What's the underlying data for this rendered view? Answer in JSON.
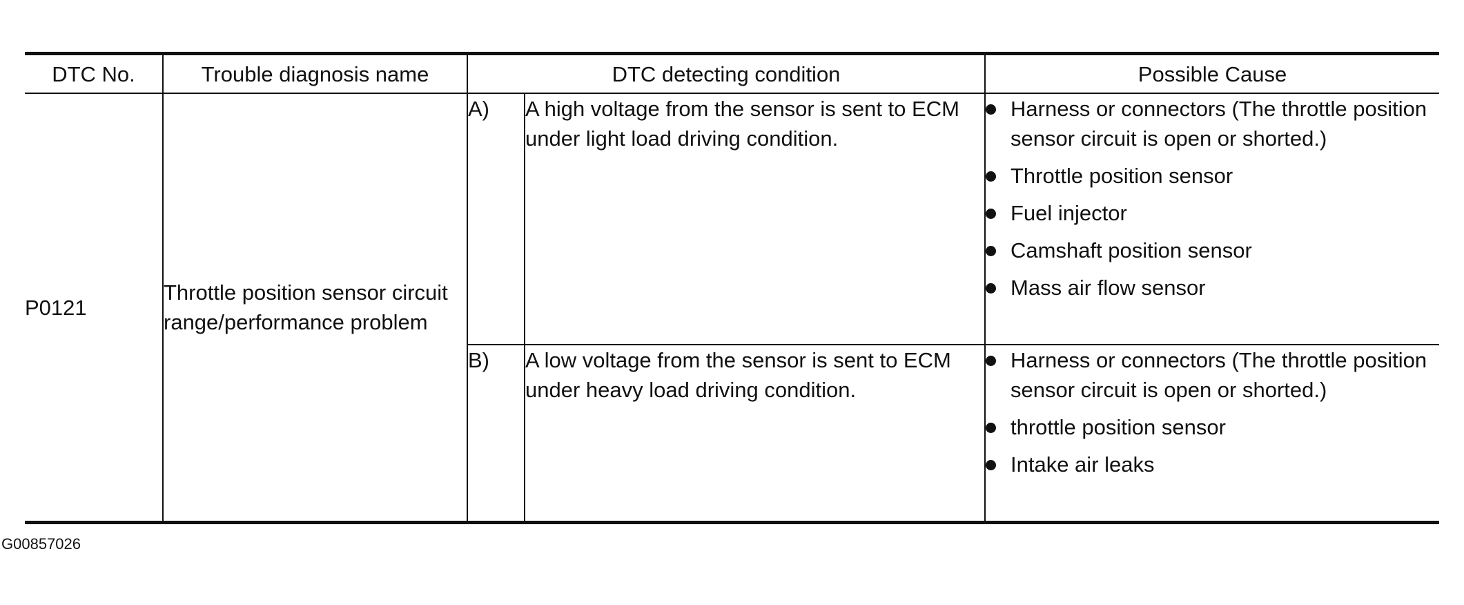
{
  "table": {
    "headers": {
      "dtc_no": "DTC No.",
      "trouble_name": "Trouble diagnosis name",
      "condition": "DTC detecting condition",
      "cause": "Possible Cause"
    },
    "dtc_code": "P0121",
    "trouble_name": "Throttle position sensor circuit range/performance problem",
    "rows": [
      {
        "letter": "A)",
        "condition": "A high voltage from the sensor is sent to ECM under light load driving condition.",
        "causes": [
          "Harness or connectors (The throttle position sensor circuit is open or shorted.)",
          "Throttle position sensor",
          "Fuel injector",
          "Camshaft position sensor",
          "Mass air flow sensor"
        ]
      },
      {
        "letter": "B)",
        "condition": "A low voltage from the sensor is sent to ECM under heavy load driving condition.",
        "causes": [
          "Harness or connectors (The throttle position sensor circuit is open or shorted.)",
          "throttle position sensor",
          "Intake air leaks"
        ]
      }
    ]
  },
  "figure_code": "G00857026"
}
